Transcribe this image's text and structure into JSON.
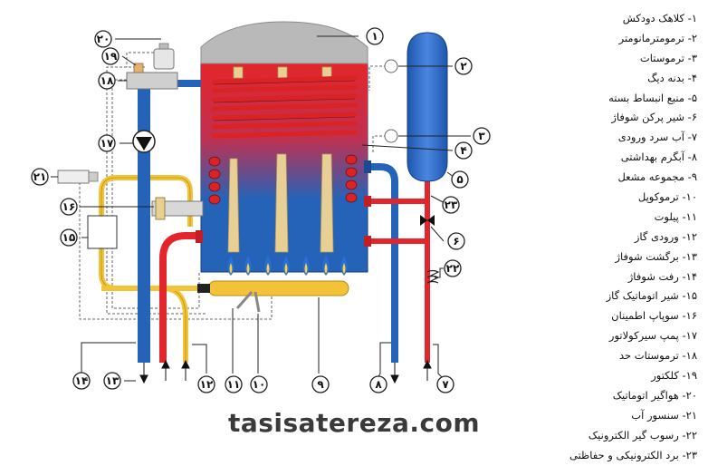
{
  "legend": [
    "۱- کلاهک دودکش",
    "۲- ترمومترمانومتر",
    "۳- ترموستات",
    "۴- بدنه دیگ",
    "۵- منبع انبساط بسته",
    "۶- شیر پرکن شوفاژ",
    "۷- آب سرد ورودی",
    "۸- آبگرم بهداشتی",
    "۹- مجموعه مشعل",
    "۱۰- ترموکوپل",
    "۱۱- پیلوت",
    "۱۲- ورودی گاز",
    "۱۳- برگشت شوفاژ",
    "۱۴- رفت شوفاژ",
    "۱۵- شیر اتوماتیک گاز",
    "۱۶- سوپاپ اطمینان",
    "۱۷- پمپ سیرکولاتور",
    "۱۸- ترموستات حد",
    "۱۹- کلکتور",
    "۲۰- هواگیر اتوماتیک",
    "۲۱- سنسور آب",
    "۲۲- رسوب گیر الکترونیک",
    "۲۳- برد الکترونیکی و حفاظتی"
  ],
  "callouts": [
    "۱",
    "۲",
    "۳",
    "۴",
    "۵",
    "۶",
    "۷",
    "۸",
    "۹",
    "۱۰",
    "۱۱",
    "۱۲",
    "۱۳",
    "۱۴",
    "۱۵",
    "۱۶",
    "۱۷",
    "۱۸",
    "۱۹",
    "۲۰",
    "۲۱",
    "۲۲",
    "۲۳"
  ],
  "watermark": "tasisatereza.com",
  "colors": {
    "body_blue": "#2563b8",
    "hot_red": "#e3262b",
    "gas_yellow": "#f2c237",
    "hood_gray": "#b9b9b9",
    "tank_blue": "#2a68c6"
  }
}
